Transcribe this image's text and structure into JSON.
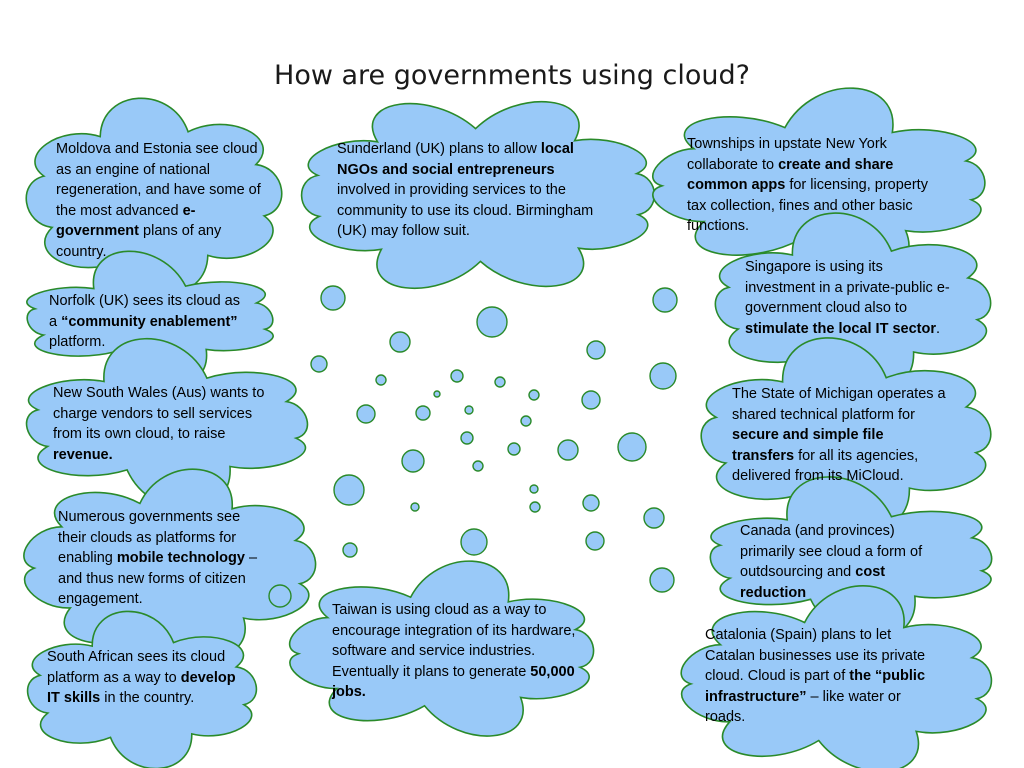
{
  "slide": {
    "title": "How are governments using cloud?"
  },
  "colors": {
    "cloud_fill": "#99c9f8",
    "cloud_stroke": "#2a8a2a"
  },
  "clouds": [
    {
      "id": "moldova",
      "segments": [
        {
          "t": "Moldova and Estonia see cloud as an engine of national regeneration, and have some of the most advanced "
        },
        {
          "t": "e-government",
          "b": true
        },
        {
          "t": " plans of any country."
        }
      ]
    },
    {
      "id": "sunderland",
      "segments": [
        {
          "t": "Sunderland (UK) plans to allow "
        },
        {
          "t": "local NGOs and social entrepreneurs",
          "b": true
        },
        {
          "t": " involved in providing services to the community to use its cloud. Birmingham (UK) may follow suit."
        }
      ]
    },
    {
      "id": "townships",
      "segments": [
        {
          "t": "Townships in upstate New York collaborate to "
        },
        {
          "t": "create and share common apps",
          "b": true
        },
        {
          "t": " for licensing, property tax collection, fines and other basic functions."
        }
      ]
    },
    {
      "id": "norfolk",
      "segments": [
        {
          "t": "Norfolk (UK) sees its cloud as a "
        },
        {
          "t": "“community enablement”",
          "b": true
        },
        {
          "t": " platform."
        }
      ]
    },
    {
      "id": "singapore",
      "segments": [
        {
          "t": "Singapore is using its investment in a private-public e-government cloud also to "
        },
        {
          "t": "stimulate the local IT sector",
          "b": true
        },
        {
          "t": "."
        }
      ]
    },
    {
      "id": "nsw",
      "segments": [
        {
          "t": "New South Wales (Aus) wants to charge vendors to sell services from its own cloud, to raise "
        },
        {
          "t": "revenue.",
          "b": true
        }
      ]
    },
    {
      "id": "michigan",
      "segments": [
        {
          "t": "The State of Michigan operates a shared technical platform for "
        },
        {
          "t": "secure and simple file transfers",
          "b": true
        },
        {
          "t": " for all its agencies, delivered from its MiCloud."
        }
      ]
    },
    {
      "id": "numerous",
      "segments": [
        {
          "t": "Numerous governments see their clouds as platforms for enabling "
        },
        {
          "t": "mobile technology",
          "b": true
        },
        {
          "t": " – and thus new forms of citizen engagement."
        }
      ]
    },
    {
      "id": "canada",
      "segments": [
        {
          "t": "Canada (and provinces) primarily see cloud a form of outdsourcing and "
        },
        {
          "t": "cost reduction",
          "b": true
        }
      ]
    },
    {
      "id": "taiwan",
      "segments": [
        {
          "t": "Taiwan is using cloud as a way to encourage integration of its hardware, software and service industries.  Eventually it plans to generate "
        },
        {
          "t": "50,000 jobs.",
          "b": true
        }
      ]
    },
    {
      "id": "catalonia",
      "segments": [
        {
          "t": "Catalonia (Spain) plans to let Catalan businesses use its private cloud.  Cloud is part of "
        },
        {
          "t": "the “public infrastructure”",
          "b": true
        },
        {
          "t": " – like water or roads."
        }
      ]
    },
    {
      "id": "southafrica",
      "segments": [
        {
          "t": "South African sees its cloud platform as a way to "
        },
        {
          "t": "develop IT skills",
          "b": true
        },
        {
          "t": " in the country."
        }
      ]
    }
  ]
}
